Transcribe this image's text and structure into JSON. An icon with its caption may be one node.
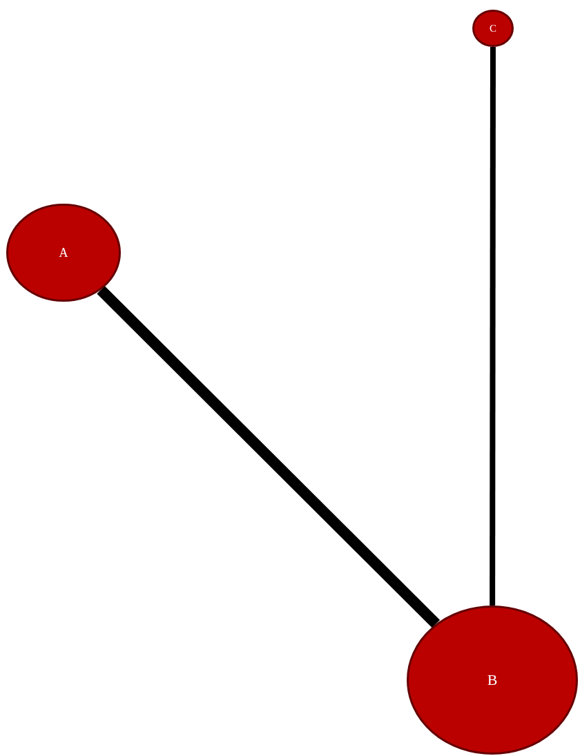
{
  "diagram": {
    "nodes": [
      {
        "text": [
          "C"
        ]
      },
      {
        "text": [
          "A"
        ]
      },
      {
        "text": [
          "B"
        ]
      }
    ],
    "edges": [
      {
        "from": 1,
        "to": 2,
        "arrow": "none",
        "style": "thick"
      },
      {
        "from": 0,
        "to": 2,
        "arrow": "none"
      }
    ]
  }
}
